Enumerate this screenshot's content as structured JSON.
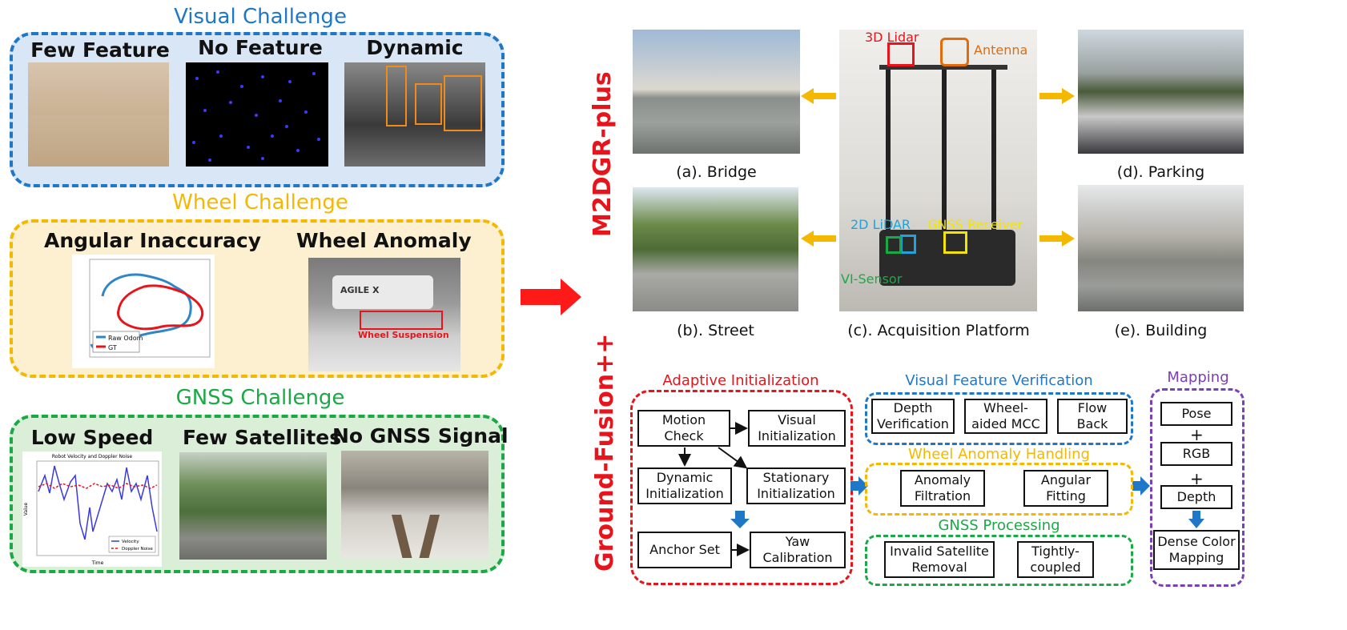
{
  "left": {
    "visual": {
      "title": "Visual Challenge",
      "color": "#1f77c8",
      "labels": [
        "Few Feature",
        "No Feature",
        "Dynamic"
      ]
    },
    "wheel": {
      "title": "Wheel Challenge",
      "color": "#f5b800",
      "labels": [
        "Angular Inaccuracy",
        "Wheel Anomaly"
      ],
      "legend": [
        "Raw Odom",
        "GT"
      ],
      "suspension": "Wheel Suspension",
      "robot_text": "AGILE X"
    },
    "gnss": {
      "title": "GNSS Challenge",
      "color": "#1aaa45",
      "labels": [
        "Low Speed",
        "Few Satellites",
        "No GNSS Signal"
      ],
      "plot_title": "Robot Velocity and Doppler Noise",
      "legend": [
        "Velocity",
        "Doppler Noise"
      ],
      "xlabel": "Time",
      "ylabel": "Value"
    }
  },
  "right_top": {
    "side_label": "M2DGR-plus",
    "captions": [
      "(a). Bridge",
      "(b). Street",
      "(c). Acquisition Platform",
      "(d). Parking",
      "(e). Building"
    ],
    "platform_labels": {
      "lidar3d": "3D Lidar",
      "antenna": "Antenna",
      "lidar2d": "2D LiDAR",
      "gnss": "GNSS Receiver",
      "vi": "VI-Sensor"
    }
  },
  "right_bottom": {
    "side_label": "Ground-Fusion++",
    "adaptive": {
      "title": "Adaptive Initialization",
      "color": "#e8141b",
      "boxes": {
        "motion": "Motion\nCheck",
        "visual_init": "Visual\nInitialization",
        "dynamic_init": "Dynamic\nInitialization",
        "stationary_init": "Stationary\nInitialization",
        "anchor": "Anchor Set",
        "yaw": "Yaw\nCalibration"
      }
    },
    "visual_ver": {
      "title": "Visual Feature Verification",
      "color": "#1f77c8",
      "boxes": [
        "Depth\nVerification",
        "Wheel-\naided MCC",
        "Flow\nBack"
      ]
    },
    "wheel_anom": {
      "title": "Wheel Anomaly Handling",
      "color": "#f5b800",
      "boxes": [
        "Anomaly\nFiltration",
        "Angular\nFitting"
      ]
    },
    "gnss_proc": {
      "title": "GNSS Processing",
      "color": "#1aaa45",
      "boxes": [
        "Invalid Satellite\nRemoval",
        "Tightly-\ncoupled"
      ]
    },
    "mapping": {
      "title": "Mapping",
      "color": "#7b3fb8",
      "boxes": [
        "Pose",
        "RGB",
        "Depth",
        "Dense Color\nMapping"
      ],
      "plus": "+"
    }
  }
}
